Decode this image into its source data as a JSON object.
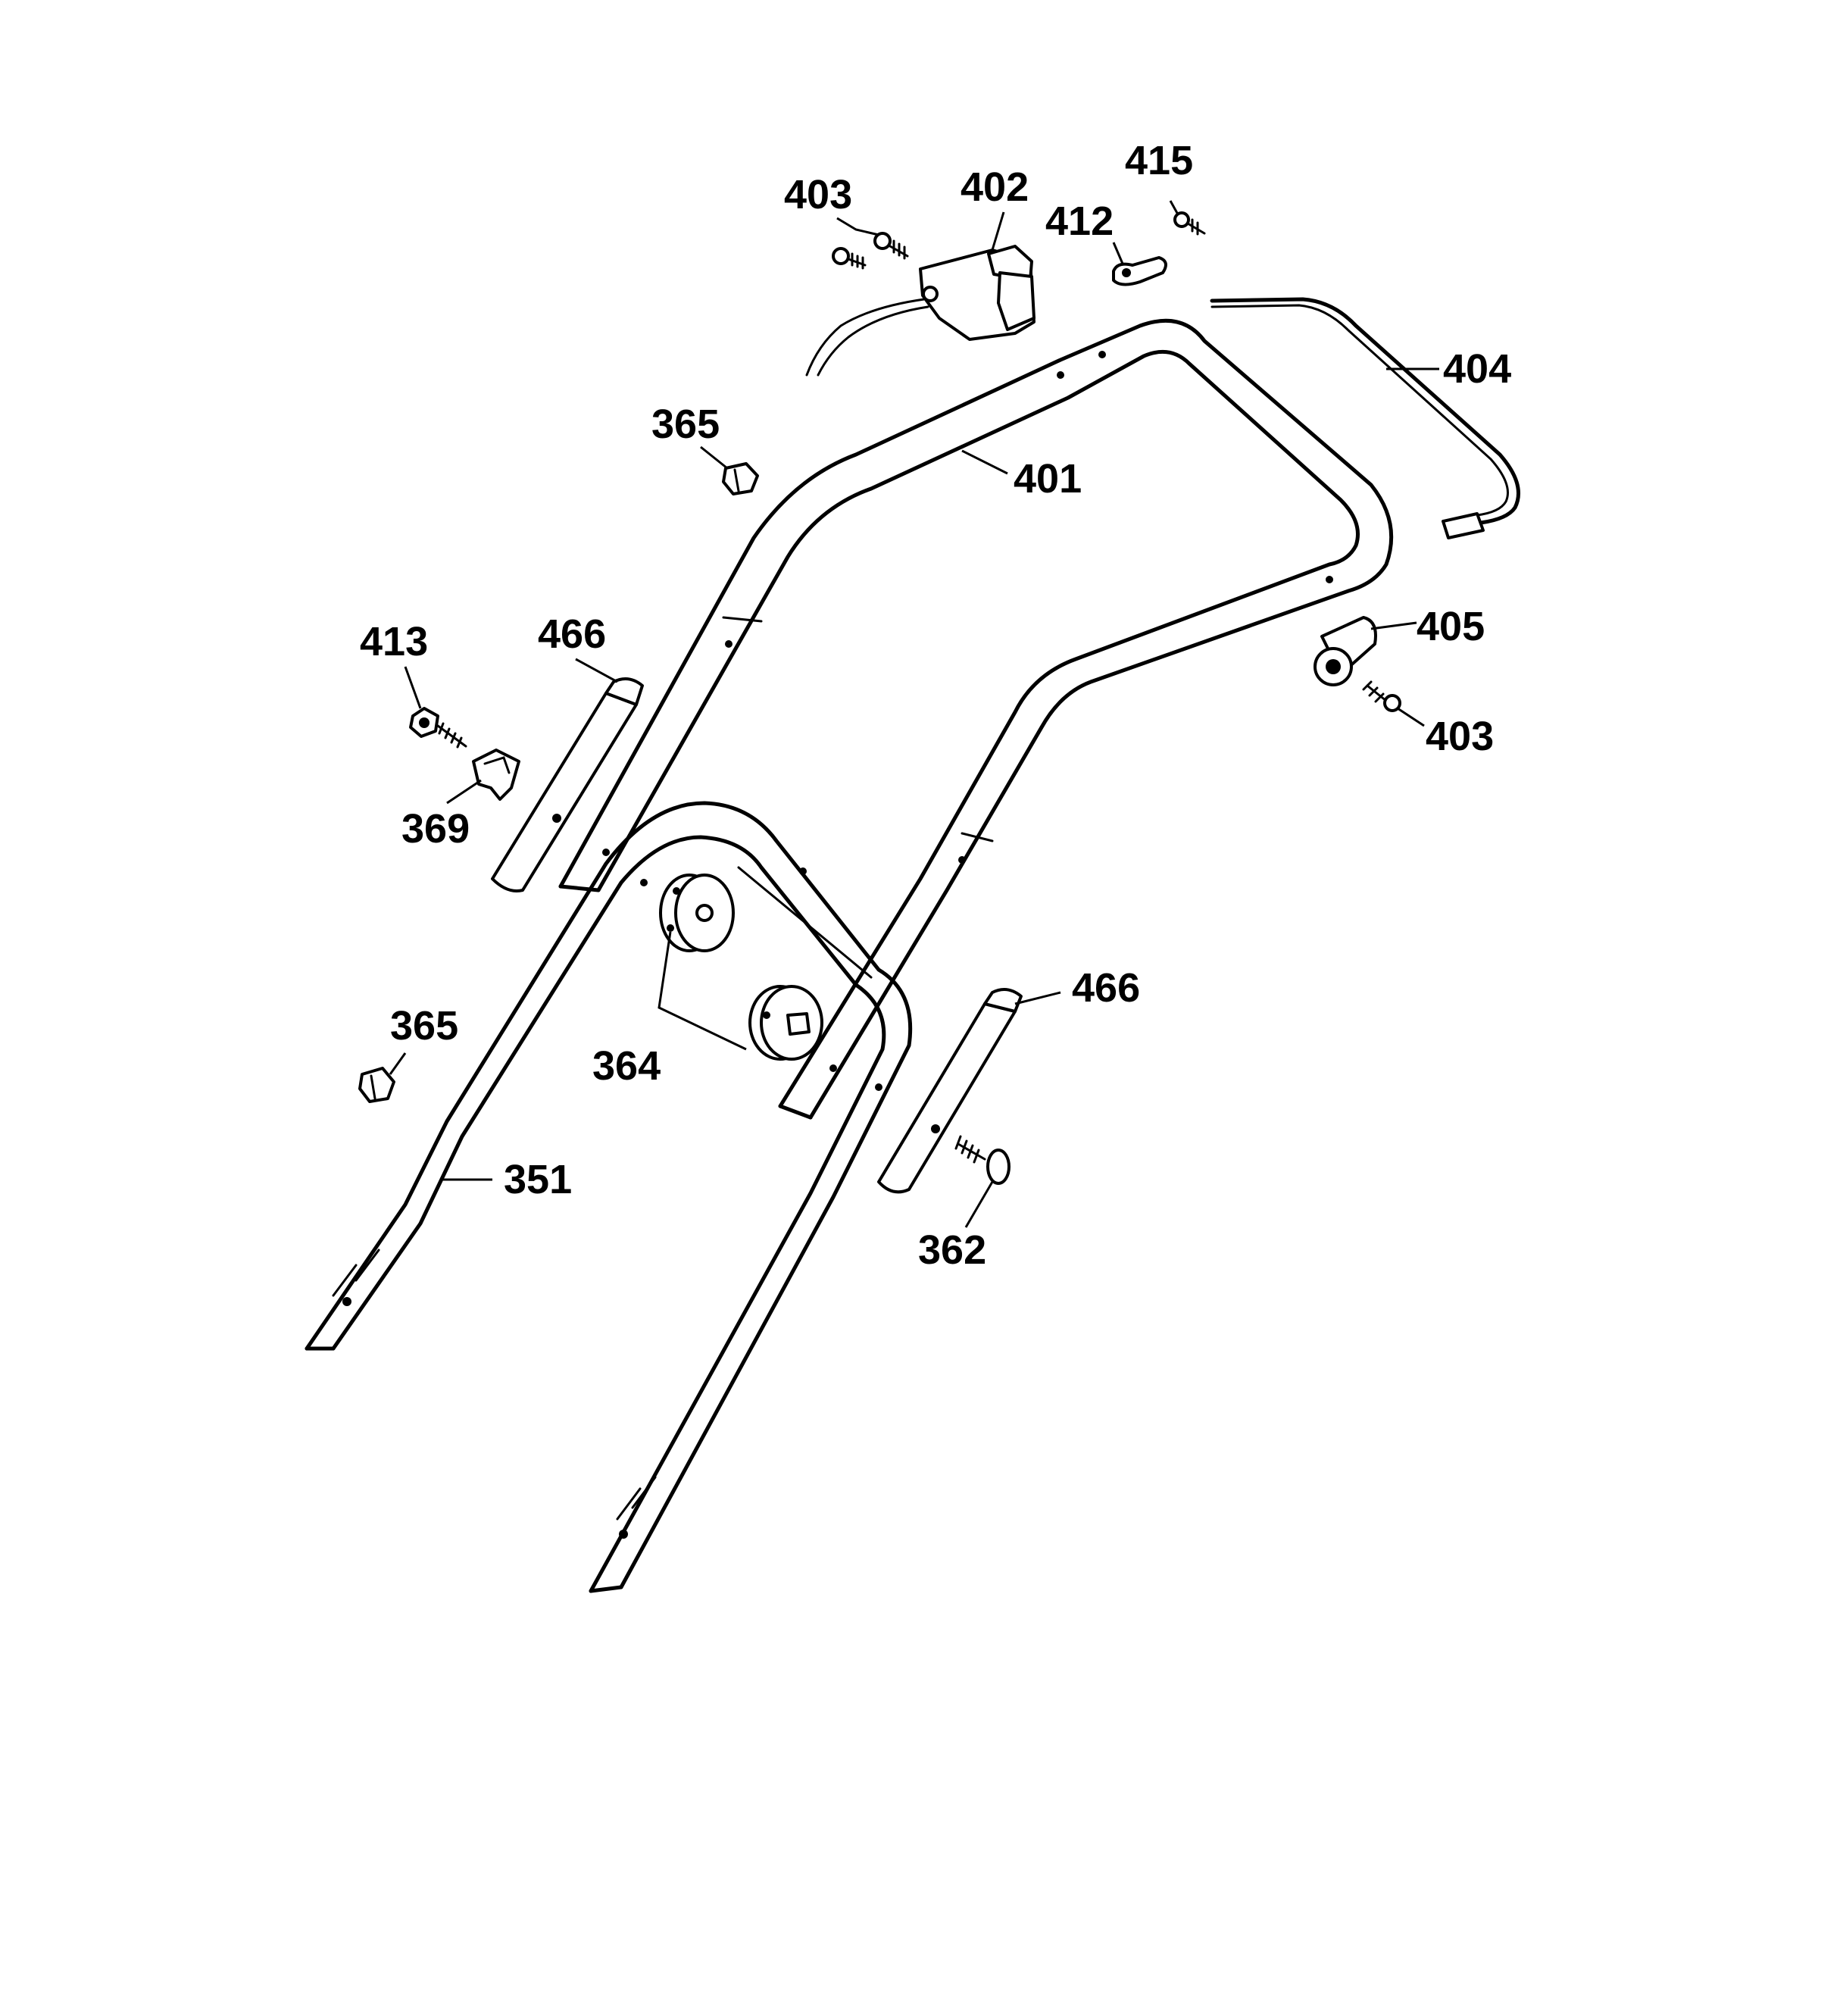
{
  "parts": [
    {
      "id": "p403a",
      "number": "403"
    },
    {
      "id": "p402",
      "number": "402"
    },
    {
      "id": "p412",
      "number": "412"
    },
    {
      "id": "p415",
      "number": "415"
    },
    {
      "id": "p404",
      "number": "404"
    },
    {
      "id": "p365a",
      "number": "365"
    },
    {
      "id": "p401",
      "number": "401"
    },
    {
      "id": "p405",
      "number": "405"
    },
    {
      "id": "p403b",
      "number": "403"
    },
    {
      "id": "p413",
      "number": "413"
    },
    {
      "id": "p466a",
      "number": "466"
    },
    {
      "id": "p369",
      "number": "369"
    },
    {
      "id": "p466b",
      "number": "466"
    },
    {
      "id": "p365b",
      "number": "365"
    },
    {
      "id": "p364",
      "number": "364"
    },
    {
      "id": "p351",
      "number": "351"
    },
    {
      "id": "p362",
      "number": "362"
    }
  ]
}
